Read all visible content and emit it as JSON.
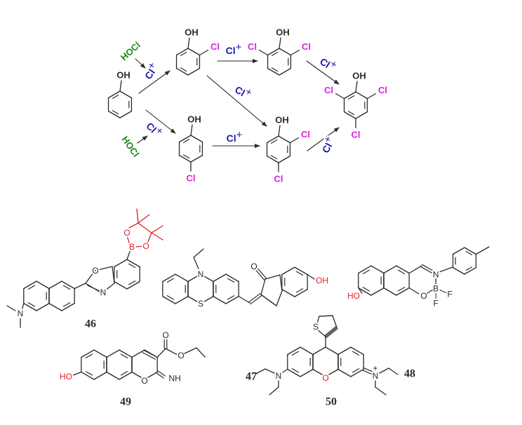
{
  "scheme": {
    "reagent": "HOCl",
    "electrophile": "Cl",
    "charge": "+",
    "hydroxyl": "OH",
    "chloro": "Cl"
  },
  "atoms": {
    "N": "N",
    "O": "O",
    "S": "S",
    "B": "B",
    "F": "F",
    "HO": "HO",
    "OH": "OH",
    "NH": "NH",
    "plus": "+"
  },
  "compounds": [
    {
      "id": "46"
    },
    {
      "id": "47"
    },
    {
      "id": "48"
    },
    {
      "id": "49"
    },
    {
      "id": "50"
    }
  ],
  "colors": {
    "bond": "#2a2a2a",
    "chlorine": "#e020e0",
    "electrophile": "#1a1aa8",
    "reagent": "#1a8a1a",
    "highlight": "#e0202a"
  }
}
